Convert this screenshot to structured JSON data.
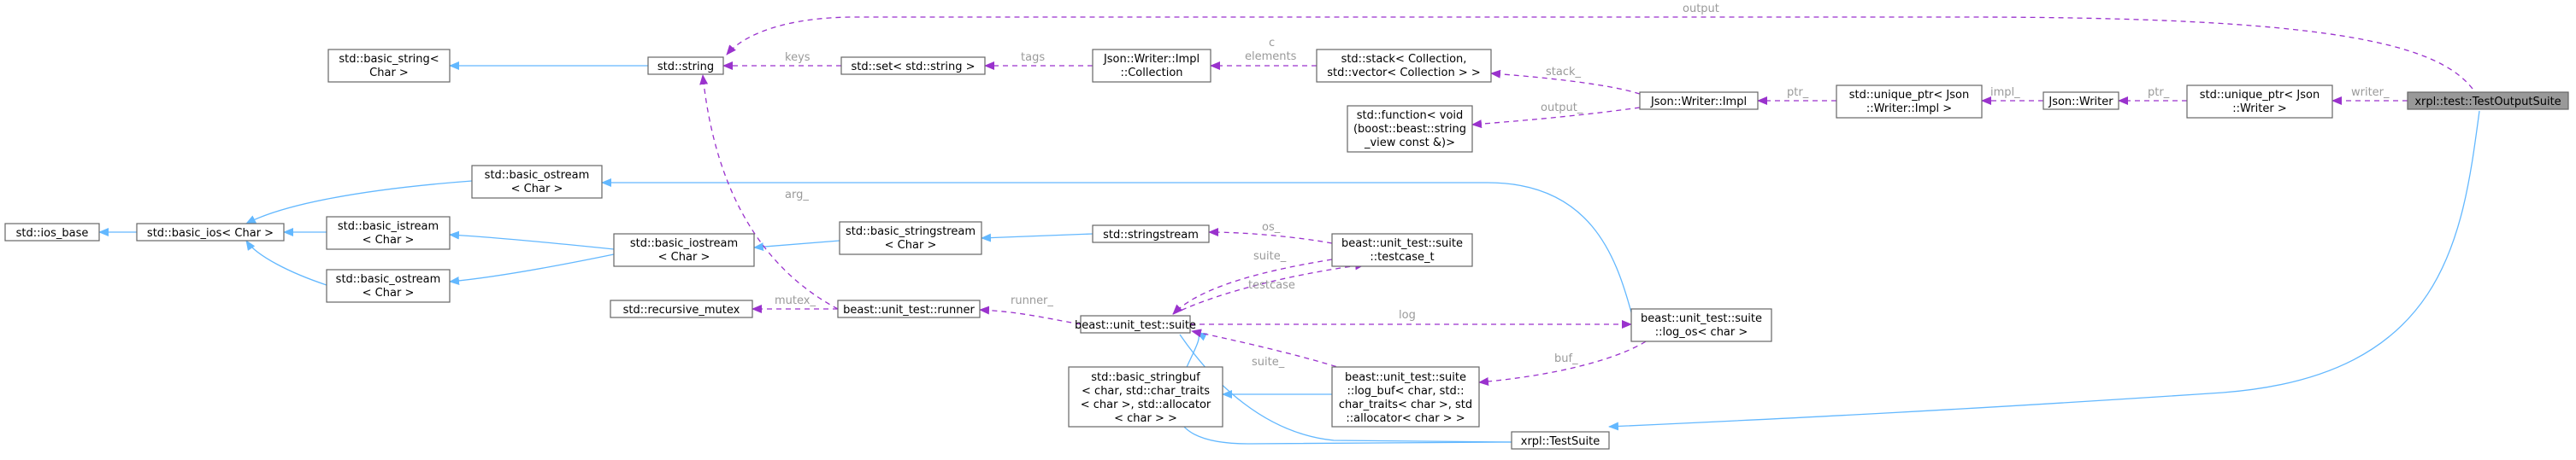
{
  "diagram": {
    "nodes": {
      "ios_base": [
        "std::ios_base"
      ],
      "basic_ios": [
        "std::basic_ios< Char >"
      ],
      "basic_ostream_top": [
        "std::basic_ostream",
        "< Char >"
      ],
      "basic_istream": [
        "std::basic_istream",
        "< Char >"
      ],
      "basic_ostream_bottom": [
        "std::basic_ostream",
        "< Char >"
      ],
      "basic_string": [
        "std::basic_string<",
        "Char >"
      ],
      "string": [
        "std::string"
      ],
      "basic_iostream": [
        "std::basic_iostream",
        "< Char >"
      ],
      "recursive_mutex": [
        "std::recursive_mutex"
      ],
      "set_string": [
        "std::set< std::string >"
      ],
      "basic_stringstream": [
        "std::basic_stringstream",
        "< Char >"
      ],
      "runner": [
        "beast::unit_test::runner"
      ],
      "basic_stringbuf": [
        "std::basic_stringbuf",
        "< char, std::char_traits",
        "< char >, std::allocator",
        "< char > >"
      ],
      "writer_impl_collection": [
        "Json::Writer::Impl",
        "::Collection"
      ],
      "stringstream": [
        "std::stringstream"
      ],
      "suite": [
        "beast::unit_test::suite"
      ],
      "stack_collection": [
        "std::stack< Collection,",
        "std::vector< Collection > >"
      ],
      "function_void": [
        "std::function< void",
        "(boost::beast::string",
        "_view const &)>"
      ],
      "testcase_t": [
        "beast::unit_test::suite",
        "::testcase_t"
      ],
      "log_buf": [
        "beast::unit_test::suite",
        "::log_buf< char, std::",
        "char_traits< char >, std",
        "::allocator< char > >"
      ],
      "writer_impl": [
        "Json::Writer::Impl"
      ],
      "log_os": [
        "beast::unit_test::suite",
        "::log_os< char >"
      ],
      "test_suite": [
        "xrpl::TestSuite"
      ],
      "unique_ptr_impl": [
        "std::unique_ptr< Json",
        "::Writer::Impl >"
      ],
      "writer": [
        "Json::Writer"
      ],
      "unique_ptr_writer": [
        "std::unique_ptr< Json",
        "::Writer >"
      ],
      "test_output_suite": [
        "xrpl::test::TestOutputSuite"
      ]
    },
    "edge_labels": {
      "output_top": "output",
      "writer_": "writer_",
      "ptr_a": "ptr_",
      "impl_": "impl_",
      "ptr_b": "ptr_",
      "stack_": "stack_",
      "output_": "output_",
      "c_elements": [
        "c",
        "elements"
      ],
      "tags": "tags",
      "keys": "keys",
      "arg_": "arg_",
      "os_": "os_",
      "suite_a": "suite_",
      "testcase": "testcase",
      "log": "log",
      "runner_": "runner_",
      "mutex_": "mutex_",
      "buf_": "buf_",
      "suite_b": "suite_"
    },
    "colors": {
      "inheritance": "#63b8ff",
      "usage": "#9a32cd",
      "highlight_fill": "#999999",
      "label": "#9a9a9a"
    }
  }
}
